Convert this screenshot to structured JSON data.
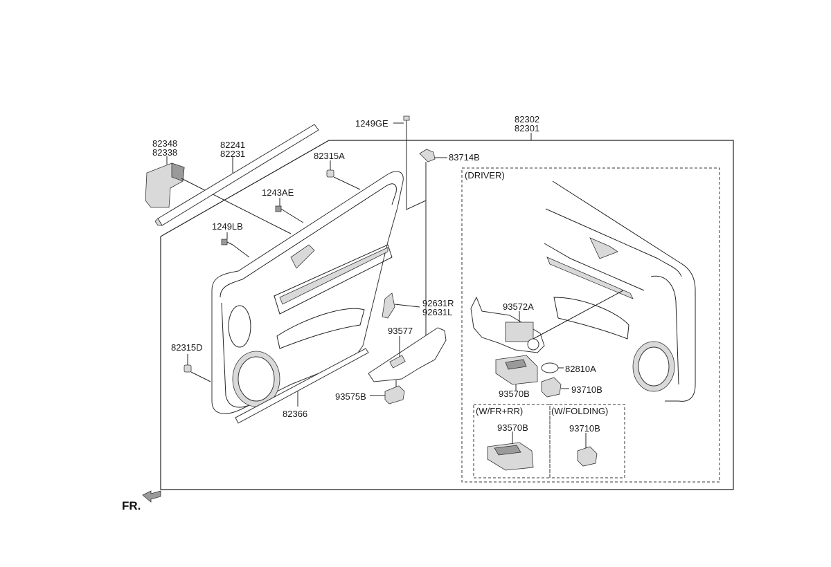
{
  "diagram": {
    "labels": {
      "p82302": "82302",
      "p82301": "82301",
      "p1249GE": "1249GE",
      "p83714B": "83714B",
      "p82348": "82348",
      "p82338": "82338",
      "p82241": "82241",
      "p82231": "82231",
      "p82315A": "82315A",
      "p1243AE": "1243AE",
      "p1249LB": "1249LB",
      "p82315D": "82315D",
      "p92631R": "92631R",
      "p92631L": "92631L",
      "p93577": "93577",
      "p93575B": "93575B",
      "p82366": "82366",
      "p93572A": "93572A",
      "p82810A": "82810A",
      "p93570B": "93570B",
      "p93710B": "93710B",
      "p93570B_alt": "93570B",
      "p93710B_alt": "93710B"
    },
    "groups": {
      "driver": "(DRIVER)",
      "w_fr_rr": "(W/FR+RR)",
      "w_folding": "(W/FOLDING)"
    },
    "direction": "FR."
  }
}
